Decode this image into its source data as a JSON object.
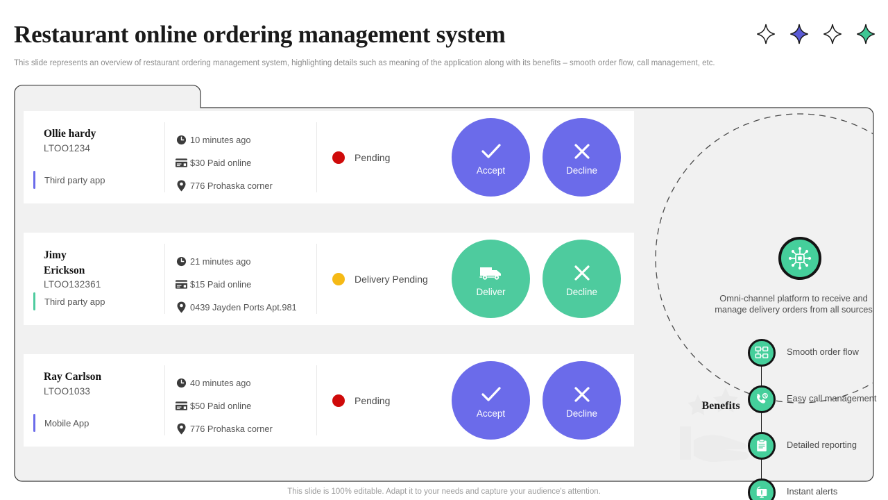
{
  "header": {
    "title": "Restaurant online ordering management system",
    "subtitle": "This slide represents an overview of restaurant ordering management system, highlighting details such as meaning of the application along with its benefits – smooth order flow, call management, etc.",
    "sparkles": [
      {
        "name": "sparkle-icon-outline-1",
        "fill": "none",
        "stroke": "#1a1a1a"
      },
      {
        "name": "sparkle-icon-purple",
        "fill": "#5b5bd6",
        "stroke": "#1a1a1a"
      },
      {
        "name": "sparkle-icon-outline-2",
        "fill": "none",
        "stroke": "#1a1a1a"
      },
      {
        "name": "sparkle-icon-green",
        "fill": "#3ec794",
        "stroke": "#1a1a1a"
      }
    ]
  },
  "orders": [
    {
      "customer_name": "Ollie hardy",
      "order_id": "LTOO1234",
      "source": "Third party app",
      "source_bar_color": "#6b6bea",
      "time": "10 minutes ago",
      "payment": "$30 Paid online",
      "address": "776 Prohaska corner",
      "status": "Pending",
      "status_color": "#cf0a0a",
      "primary_action": "Accept",
      "primary_icon": "check-icon",
      "secondary_action": "Decline",
      "secondary_icon": "close-icon",
      "button_color": "#6b6bea"
    },
    {
      "customer_name": "Jimy Erickson",
      "order_id": "LTOO132361",
      "source": "Third party app",
      "source_bar_color": "#4ecb9e",
      "time": "21 minutes ago",
      "payment": "$15 Paid online",
      "address": "0439 Jayden Ports Apt.981",
      "status": "Delivery Pending",
      "status_color": "#f5b915",
      "primary_action": "Deliver",
      "primary_icon": "delivery-truck-icon",
      "secondary_action": "Decline",
      "secondary_icon": "close-icon",
      "button_color": "#4ecb9e"
    },
    {
      "customer_name": "Ray Carlson",
      "order_id": "LTOO1033",
      "source": "Mobile App",
      "source_bar_color": "#6b6bea",
      "time": "40 minutes ago",
      "payment": "$50 Paid online",
      "address": "776 Prohaska corner",
      "status": "Pending",
      "status_color": "#cf0a0a",
      "primary_action": "Accept",
      "primary_icon": "check-icon",
      "secondary_action": "Decline",
      "secondary_icon": "close-icon",
      "button_color": "#6b6bea"
    }
  ],
  "benefits": {
    "label": "Benefits",
    "hub_icon": "omni-channel-network-icon",
    "hub_caption": "Omni-channel platform to receive and manage delivery orders from all sources",
    "accent_color": "#45cf9b",
    "items": [
      {
        "label": "Smooth order flow",
        "icon": "order-flow-icon"
      },
      {
        "label": "Easy call management",
        "icon": "call-management-icon"
      },
      {
        "label": "Detailed reporting",
        "icon": "report-clipboard-icon"
      },
      {
        "label": "Instant alerts",
        "icon": "alert-monitor-icon"
      }
    ]
  },
  "footer": {
    "note": "This slide is 100% editable. Adapt it to your needs and capture your audience's attention."
  }
}
